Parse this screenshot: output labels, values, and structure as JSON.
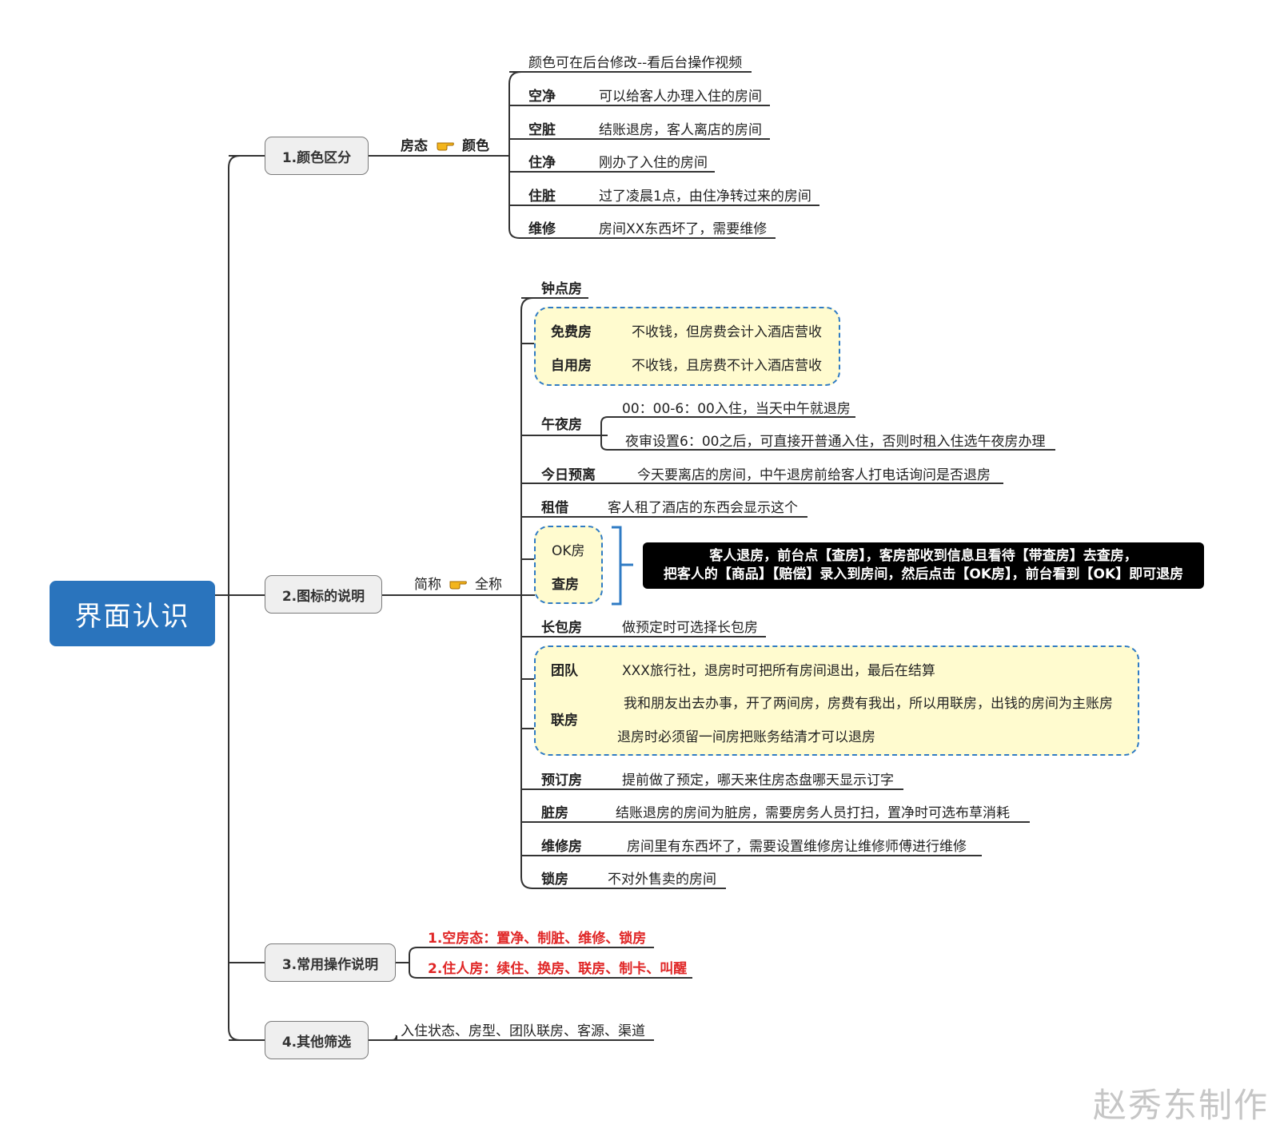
{
  "root": {
    "title": "界面认识"
  },
  "branches": {
    "b1": {
      "label": "1.颜色区分",
      "connector_left": "房态",
      "connector_right": "颜色",
      "header": "颜色可在后台修改--看后台操作视频",
      "items": [
        {
          "name": "空净",
          "desc": "可以给客人办理入住的房间"
        },
        {
          "name": "空脏",
          "desc": "结账退房，客人离店的房间"
        },
        {
          "name": "住净",
          "desc": "刚办了入住的房间"
        },
        {
          "name": "住脏",
          "desc": "过了凌晨1点，由住净转过来的房间"
        },
        {
          "name": "维修",
          "desc": "房间XX东西坏了，需要维修"
        }
      ]
    },
    "b2": {
      "label": "2.图标的说明",
      "connector_left": "简称",
      "connector_right": "全称",
      "items": {
        "zhongdian": {
          "name": "钟点房"
        },
        "mianfei": {
          "name": "免费房",
          "desc": "不收钱，但房费会计入酒店营收"
        },
        "ziyong": {
          "name": "自用房",
          "desc": "不收钱，且房费不计入酒店营收"
        },
        "wuye": {
          "name": "午夜房",
          "desc1": "00：00-6：00入住，当天中午就退房",
          "desc2": "夜审设置6：00之后，可直接开普通入住，否则时租入住选午夜房办理"
        },
        "jinri": {
          "name": "今日预离",
          "desc": "今天要离店的房间，中午退房前给客人打电话询问是否退房"
        },
        "zujie": {
          "name": "租借",
          "desc": "客人租了酒店的东西会显示这个"
        },
        "ok": {
          "name": "OK房"
        },
        "cha": {
          "name": "查房"
        },
        "note_line1": "客人退房，前台点【查房】，客房部收到信息且看待【带查房】去查房，",
        "note_line2": "把客人的【商品】【赔偿】录入到房间，然后点击【OK房】，前台看到【OK】即可退房",
        "changbao": {
          "name": "长包房",
          "desc": "做预定时可选择长包房"
        },
        "tuandui": {
          "name": "团队",
          "desc": "XXX旅行社，退房时可把所有房间退出，最后在结算"
        },
        "lianfang": {
          "name": "联房",
          "desc1": "我和朋友出去办事，开了两间房，房费有我出，所以用联房，出钱的房间为主账房",
          "desc2": "退房时必须留一间房把账务结清才可以退房"
        },
        "yuding": {
          "name": "预订房",
          "desc": "提前做了预定，哪天来住房态盘哪天显示订字"
        },
        "zangfang": {
          "name": "脏房",
          "desc": "结账退房的房间为脏房，需要房务人员打扫，置净时可选布草消耗"
        },
        "weixiu": {
          "name": "维修房",
          "desc": "房间里有东西坏了，需要设置维修房让维修师傅进行维修"
        },
        "suofang": {
          "name": "锁房",
          "desc": "不对外售卖的房间"
        }
      }
    },
    "b3": {
      "label": "3.常用操作说明",
      "items": [
        "1.空房态：置净、制脏、维修、锁房",
        "2.住人房：续住、换房、联房、制卡、叫醒"
      ]
    },
    "b4": {
      "label": "4.其他筛选",
      "items": [
        "入住状态、房型、团队联房、客源、渠道"
      ]
    }
  },
  "watermark": "赵秀东制作",
  "colors": {
    "root": "#2a74bd",
    "group_fill": "#fffbcf",
    "group_border": "#2f7bc4",
    "highlight_text": "#e02626",
    "note_bg": "#000000"
  },
  "icons": {
    "connector": "pointing-hand-icon"
  }
}
